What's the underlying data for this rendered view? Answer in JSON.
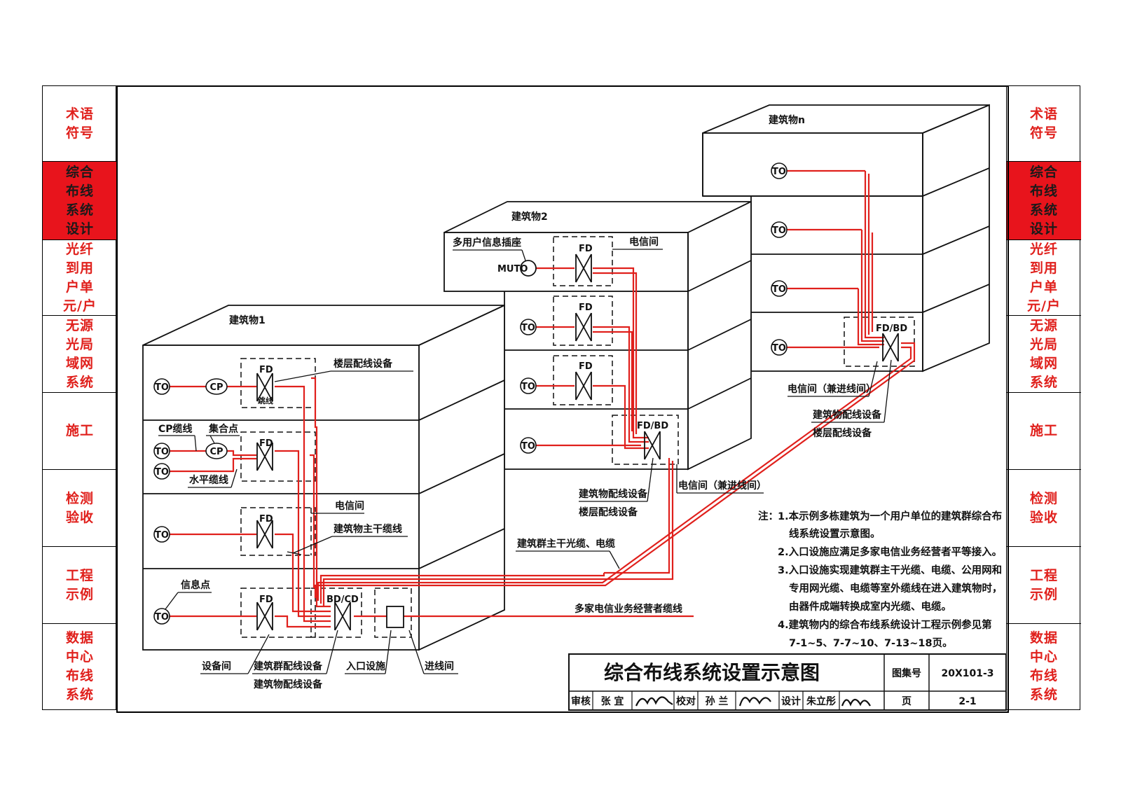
{
  "nav": {
    "items": [
      {
        "label": "术语符号"
      },
      {
        "label": "综合布线系统设计",
        "active": true
      },
      {
        "label": "光纤到用户单元/户"
      },
      {
        "label": "无源光局域网系统"
      },
      {
        "label": "施工"
      },
      {
        "label": "检测验收"
      },
      {
        "label": "工程示例"
      },
      {
        "label": "数据中心布线系统"
      }
    ],
    "active_color": "#e8141c",
    "text_color": "#e0201c"
  },
  "diagram": {
    "line_color": "#e0201c",
    "building1": {
      "title": "建筑物1",
      "floor_device_label": "楼层配线设备",
      "jumper": "跳线",
      "cp_cable": "CP缆线",
      "consolidation_point": "集合点",
      "horizontal_cable": "水平缆线",
      "telecom_room": "电信间",
      "backbone": "建筑物主干缆线",
      "info_point": "信息点",
      "equipment_room": "设备间",
      "campus_dist": "建筑群配线设备",
      "building_dist": "建筑物配线设备",
      "entrance": "入口设施",
      "entrance_room": "进线间",
      "bdcd": "BD/CD"
    },
    "building2": {
      "title": "建筑物2",
      "muto_label": "多用户信息插座",
      "muto": "MUTO",
      "telecom_room": "电信间",
      "fdbd": "FD/BD",
      "building_dist": "建筑物配线设备",
      "floor_dist": "楼层配线设备",
      "telecom_room_entry": "电信间（兼进线间）"
    },
    "buildingn": {
      "title": "建筑物n",
      "fdbd": "FD/BD",
      "telecom_room_entry": "电信间（兼进线间）",
      "building_dist": "建筑物配线设备",
      "floor_dist": "楼层配线设备"
    },
    "campus_backbone": "建筑群主干光缆、电缆",
    "operator_cable": "多家电信业务经营者缆线",
    "to": "TO",
    "cp": "CP",
    "fd": "FD"
  },
  "notes": {
    "prefix": "注：",
    "lines": [
      "1.本示例多栋建筑为一个用户单位的建筑群综合布",
      "线系统设置示意图。",
      "2.入口设施应满足多家电信业务经营者平等接入。",
      "3.入口设施实现建筑群主干光缆、电缆、公用网和",
      "专用网光缆、电缆等室外缆线在进入建筑物时，",
      "由器件成端转换成室内光缆、电缆。",
      "4.建筑物内的综合布线系统设计工程示例参见第",
      "7-1~5、7-7~10、7-13~18页。"
    ]
  },
  "title_block": {
    "title": "综合布线系统设置示意图",
    "atlas_label": "图集号",
    "atlas_no": "20X101-3",
    "review_label": "审核",
    "reviewer": "张 宜",
    "check_label": "校对",
    "checker": "孙 兰",
    "design_label": "设计",
    "designer": "朱立彤",
    "page_label": "页",
    "page_no": "2-1"
  }
}
